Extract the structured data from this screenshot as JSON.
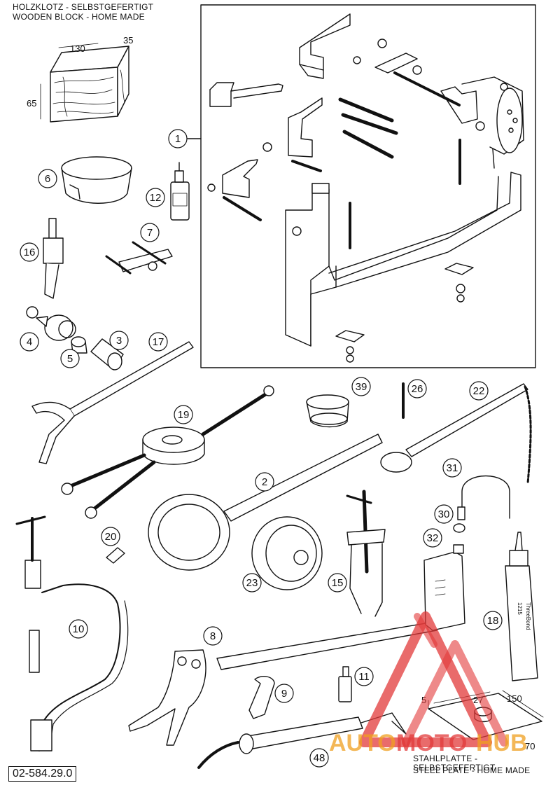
{
  "header": {
    "line1": "HOLZKLOTZ - SELBSTGEFERTIGT",
    "line2": "WOODEN BLOCK - HOME MADE"
  },
  "wood_block_dims": {
    "length": "130",
    "width": "35",
    "height": "65"
  },
  "steel_plate_dims": {
    "a": "5",
    "b": "27",
    "c": "150",
    "d": "70"
  },
  "footer": {
    "line1": "STAHLPLATTE - SELBSTGEFERTIGT",
    "line2": "STEEL PLATE - HOME MADE"
  },
  "doc_number": "02-584.29.0",
  "watermark": {
    "part1": "AUTO",
    "part2": "MOTO",
    "part3": "HUB"
  },
  "callouts": [
    "1",
    "6",
    "12",
    "7",
    "16",
    "4",
    "3",
    "5",
    "17",
    "39",
    "26",
    "22",
    "19",
    "2",
    "31",
    "30",
    "32",
    "20",
    "23",
    "15",
    "10",
    "18",
    "8",
    "11",
    "9",
    "48"
  ],
  "labels": {
    "tube_brand": "ThreeBond",
    "tube_code": "1215"
  },
  "colors": {
    "line": "#111111",
    "watermark_red": "#e23a3a",
    "watermark_orange": "#f0a020"
  }
}
